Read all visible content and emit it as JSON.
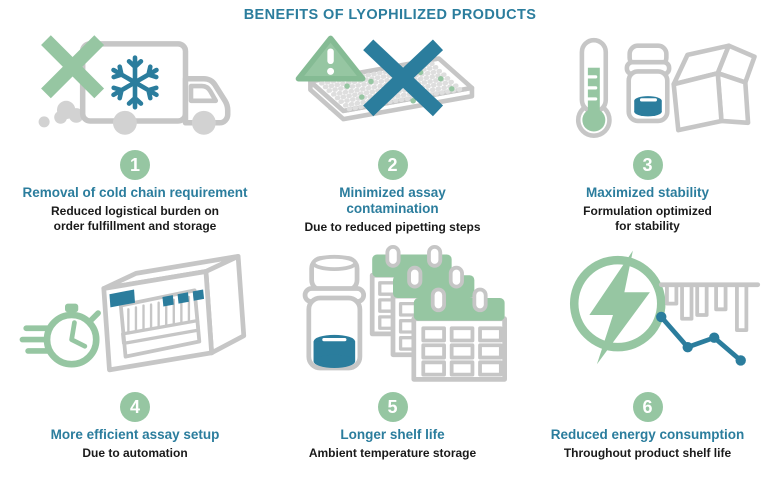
{
  "page_title": "BENEFITS OF LYOPHILIZED PRODUCTS",
  "colors": {
    "teal": "#2b7d9d",
    "green": "#96c6a2",
    "green-light": "#d8e9dd",
    "gray": "#c6c6c6",
    "gray-fill": "#d2d2d2",
    "well-gray": "#dedede",
    "text": "#1a1a1a"
  },
  "benefits": [
    {
      "number": "1",
      "icon": "no-cold-chain-truck-icon",
      "title": "Removal of cold chain requirement",
      "subtitle": "Reduced logistical burden on\norder fulfillment and storage"
    },
    {
      "number": "2",
      "icon": "assay-plate-no-contamination-icon",
      "title": "Minimized assay\ncontamination",
      "subtitle": "Due to reduced pipetting steps"
    },
    {
      "number": "3",
      "icon": "thermometer-vial-box-icon",
      "title": "Maximized stability",
      "subtitle": "Formulation optimized\nfor stability"
    },
    {
      "number": "4",
      "icon": "stopwatch-liquid-handler-icon",
      "title": "More efficient assay setup",
      "subtitle": "Due to automation"
    },
    {
      "number": "5",
      "icon": "vial-calendars-icon",
      "title": "Longer shelf life",
      "subtitle": "Ambient temperature storage"
    },
    {
      "number": "6",
      "icon": "energy-bolt-declining-chart-icon",
      "title": "Reduced energy consumption",
      "subtitle": "Throughout product shelf life"
    }
  ]
}
